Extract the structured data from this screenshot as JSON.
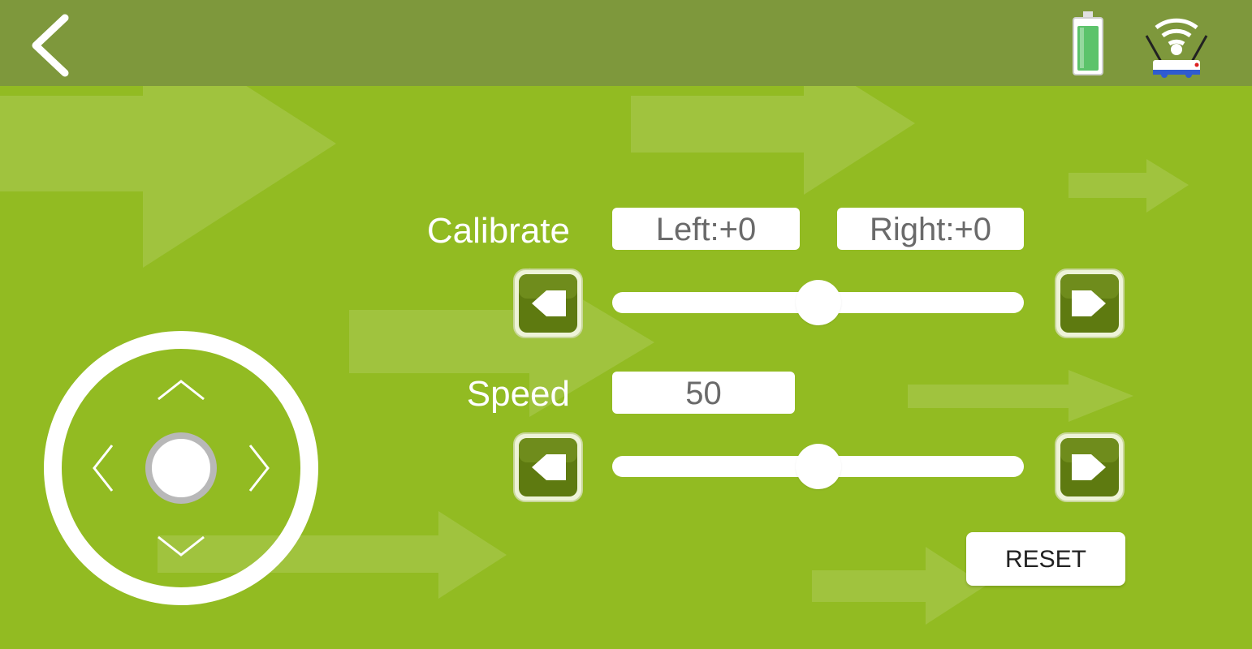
{
  "topbar": {
    "back_icon": "chevron-left-icon",
    "battery_icon": "battery-icon",
    "connection_icon": "wifi-robot-icon"
  },
  "calibrate": {
    "label": "Calibrate",
    "left_value": "Left:+0",
    "right_value": "Right:+0",
    "slider_level": 0.5
  },
  "speed": {
    "label": "Speed",
    "value": "50",
    "slider_level": 0.5
  },
  "reset_label": "RESET",
  "colors": {
    "background": "#92bb22",
    "topbar": "#7e983c",
    "button_dark": "#5e7a10",
    "battery_fill": "#5cc36b"
  }
}
